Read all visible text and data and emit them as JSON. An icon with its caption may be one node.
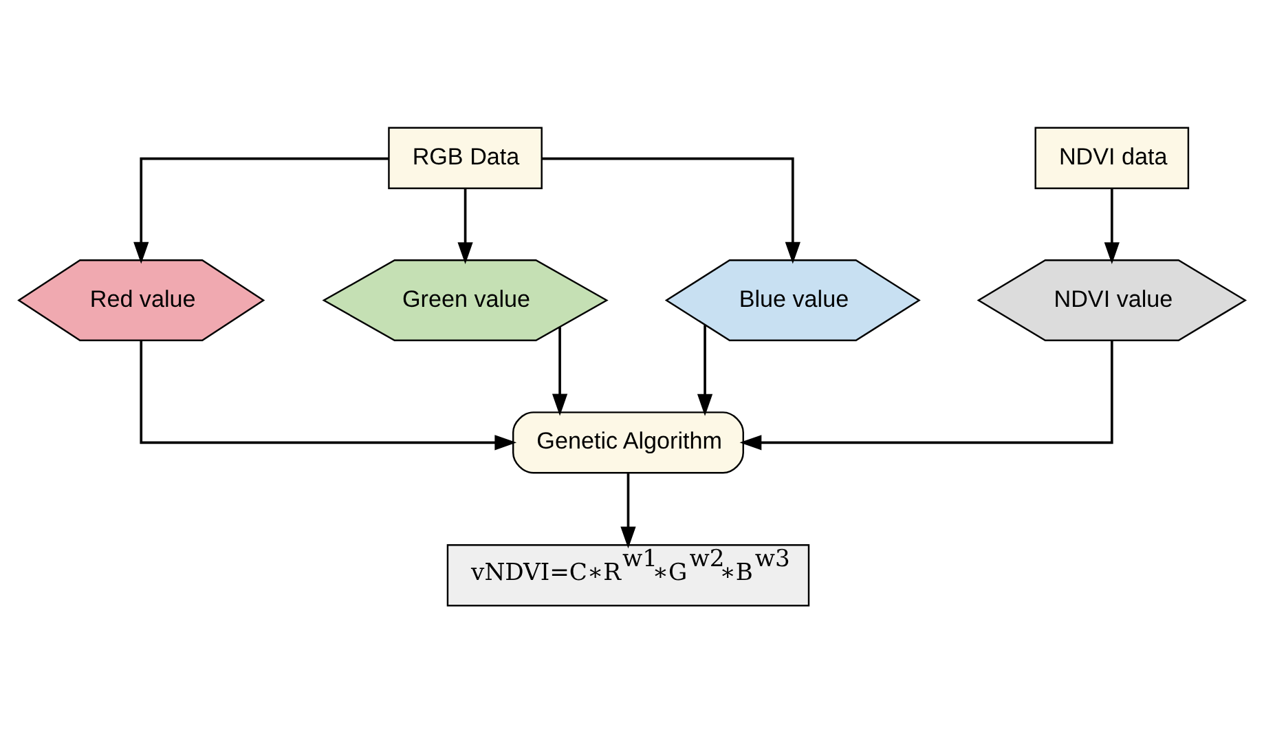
{
  "diagram": {
    "nodes": [
      {
        "text": [
          "RGB Data"
        ]
      },
      {
        "text": [
          "NDVI data"
        ]
      },
      {
        "text": [
          "Red value"
        ]
      },
      {
        "text": [
          "Green value"
        ]
      },
      {
        "text": [
          "Blue value"
        ]
      },
      {
        "text": [
          "NDVI value"
        ]
      },
      {
        "text": [
          "Genetic Algorithm"
        ]
      },
      {
        "text": [
          "vNDVI=C∗R$^{w1}$∗G$^{w2}$∗B$^{w3}$"
        ]
      }
    ],
    "edges": [
      {
        "from": 0,
        "to": 2,
        "arrow": "to"
      },
      {
        "from": 0,
        "to": 3,
        "arrow": "to"
      },
      {
        "from": 0,
        "to": 4,
        "arrow": "to"
      },
      {
        "from": 1,
        "to": 5,
        "arrow": "to"
      },
      {
        "from": 2,
        "to": 6,
        "arrow": "to"
      },
      {
        "from": 3,
        "to": 6,
        "arrow": "to"
      },
      {
        "from": 4,
        "to": 6,
        "arrow": "to"
      },
      {
        "from": 5,
        "to": 6,
        "arrow": "to"
      },
      {
        "from": 6,
        "to": 7,
        "arrow": "to"
      }
    ]
  }
}
